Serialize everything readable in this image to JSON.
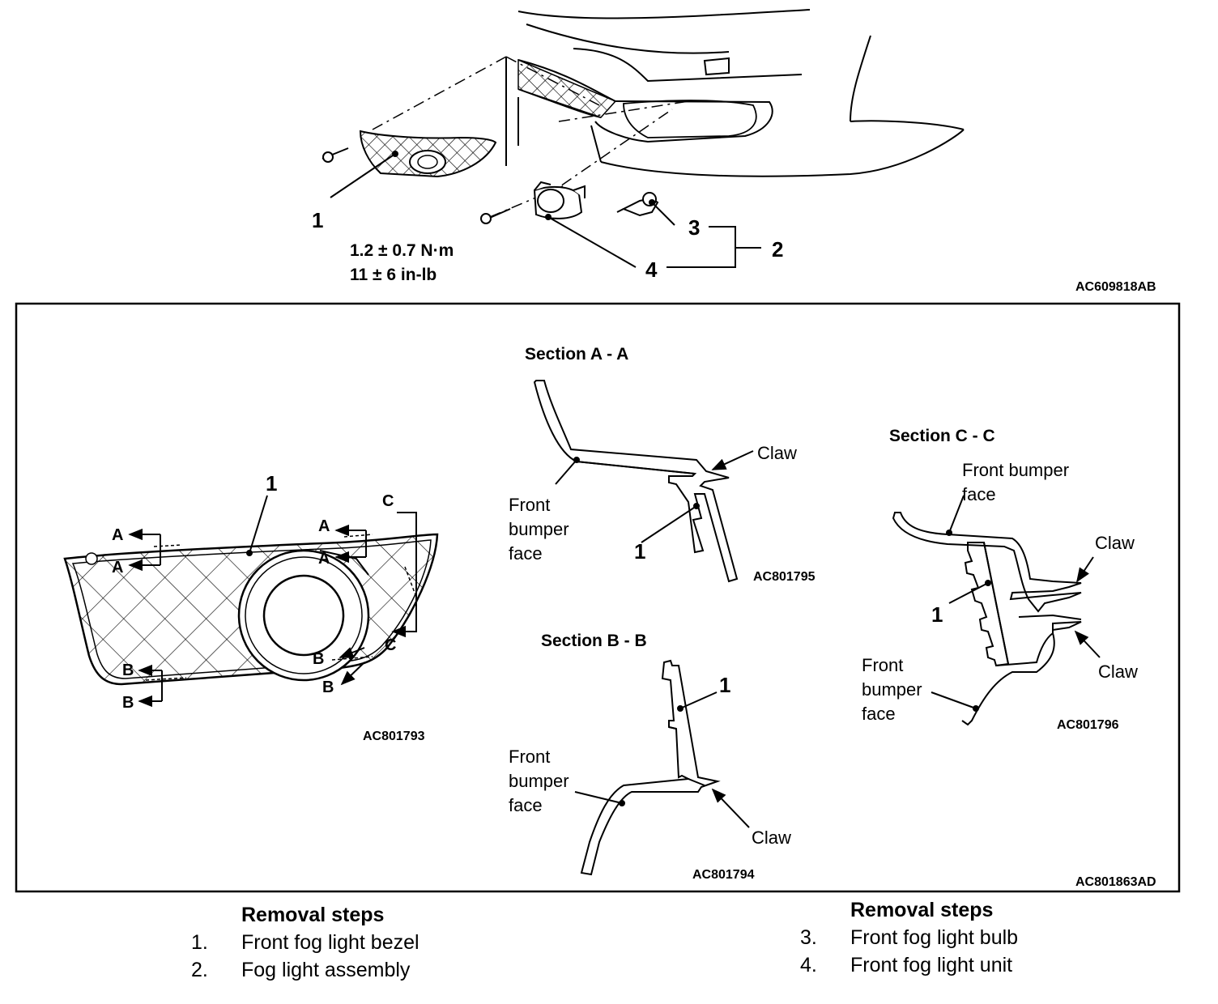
{
  "top_figure": {
    "callouts": {
      "bezel": "1",
      "assembly": "2",
      "bulb": "3",
      "unit": "4"
    },
    "torque_line1": "1.2 ± 0.7 N·m",
    "torque_line2": "11 ± 6 in-lb",
    "figure_code": "AC609818AB"
  },
  "detail_frame": {
    "figure_code": "AC801863AD",
    "bezel_view": {
      "callout": "1",
      "markers": {
        "a": "A",
        "b": "B",
        "c": "C"
      },
      "figure_code": "AC801793"
    },
    "section_a": {
      "title": "Section A - A",
      "claw": "Claw",
      "face_line1": "Front",
      "face_line2": "bumper",
      "face_line3": "face",
      "callout": "1",
      "figure_code": "AC801795"
    },
    "section_b": {
      "title": "Section B - B",
      "claw": "Claw",
      "face_line1": "Front",
      "face_line2": "bumper",
      "face_line3": "face",
      "callout": "1",
      "figure_code": "AC801794"
    },
    "section_c": {
      "title": "Section C - C",
      "claw_top": "Claw",
      "claw_bottom": "Claw",
      "top_face_line1": "Front bumper",
      "top_face_line2": "face",
      "face_line1": "Front",
      "face_line2": "bumper",
      "face_line3": "face",
      "callout": "1",
      "figure_code": "AC801796"
    }
  },
  "removal_steps_left": {
    "heading": "Removal steps",
    "items": [
      {
        "num": "1.",
        "text": "Front fog light bezel"
      },
      {
        "num": "2.",
        "text": "Fog light assembly"
      }
    ]
  },
  "removal_steps_right": {
    "heading": "Removal steps",
    "items": [
      {
        "num": "3.",
        "text": "Front fog light bulb"
      },
      {
        "num": "4.",
        "text": "Front fog light unit"
      }
    ]
  }
}
